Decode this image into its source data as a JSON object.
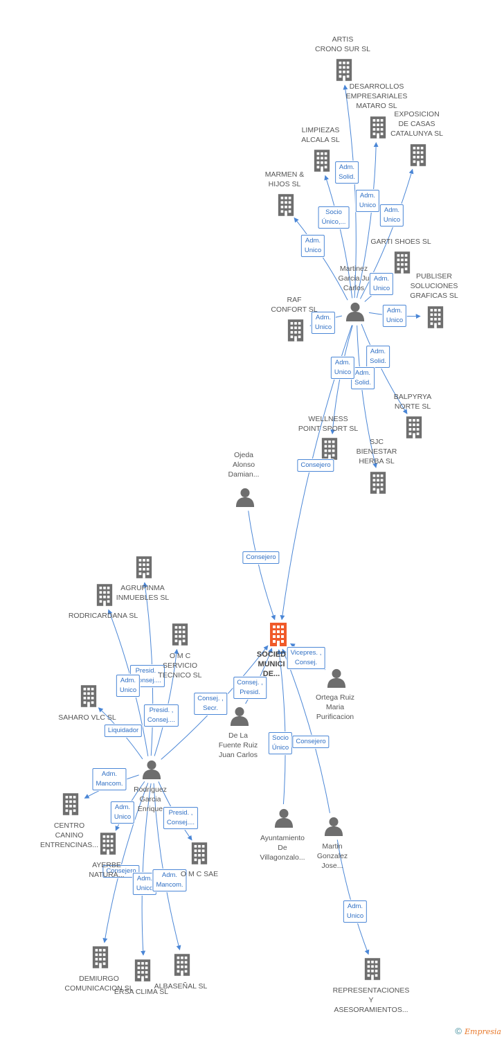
{
  "colors": {
    "edge": "#4a86d6",
    "building": "#6e6e6e",
    "building_main": "#f05a2a",
    "person": "#6e6e6e"
  },
  "nodes": [
    {
      "id": "center",
      "type": "company",
      "main": true,
      "label": "SOCIED\nMUNICI\nDE..."
    },
    {
      "id": "artis",
      "type": "company",
      "label": "ARTIS\nCRONO SUR SL"
    },
    {
      "id": "desarrollos",
      "type": "company",
      "label": "DESARROLLOS\nEMPRESARIALES\nMATARO SL"
    },
    {
      "id": "exposicion",
      "type": "company",
      "label": "EXPOSICION\nDE CASAS\nCATALUNYA  SL"
    },
    {
      "id": "limpiezas",
      "type": "company",
      "label": "LIMPIEZAS\nALCALA SL"
    },
    {
      "id": "marmen",
      "type": "company",
      "label": "MARMEN &\nHIJOS  SL"
    },
    {
      "id": "garti",
      "type": "company",
      "label": "GARTI SHOES SL"
    },
    {
      "id": "publiser",
      "type": "company",
      "label": "PUBLISER\nSOLUCIONES\nGRAFICAS SL"
    },
    {
      "id": "raf",
      "type": "company",
      "label": "RAF\nCONFORT SL"
    },
    {
      "id": "balpyrya",
      "type": "company",
      "label": "BALPYRYA\nNORTE SL"
    },
    {
      "id": "wellness",
      "type": "company",
      "label": "WELLNESS\nPOINT SPORT  SL"
    },
    {
      "id": "sjc",
      "type": "company",
      "label": "SJC\nBIENESTAR\nHERBA  SL"
    },
    {
      "id": "martinez",
      "type": "person",
      "label": "Martinez\nGarcia Ju\nCarlos"
    },
    {
      "id": "ojeda",
      "type": "person",
      "label": "Ojeda\nAlonso\nDamian..."
    },
    {
      "id": "agrupinma",
      "type": "company",
      "label": "AGRUPINMA\nINMUEBLES SL"
    },
    {
      "id": "rodricardana",
      "type": "company",
      "label": "RODRICARDANA SL"
    },
    {
      "id": "omc",
      "type": "company",
      "label": "O M C\nSERVICIO\nTECNICO SL"
    },
    {
      "id": "saharo",
      "type": "company",
      "label": "SAHARO VLC SL"
    },
    {
      "id": "ortega",
      "type": "person",
      "label": "Ortega Ruiz\nMaria\nPurificacion"
    },
    {
      "id": "delafuente",
      "type": "person",
      "label": "De La\nFuente Ruiz\nJuan Carlos"
    },
    {
      "id": "rodriguez",
      "type": "person",
      "label": "Rodriguez\nGarcia\nEnrique"
    },
    {
      "id": "centro",
      "type": "company",
      "label": "CENTRO\nCANINO\nENTRENCINAS..."
    },
    {
      "id": "ayerbe",
      "type": "company",
      "label": "AYERBE\nNATURA..."
    },
    {
      "id": "omcsae",
      "type": "company",
      "label": "O M C SAE"
    },
    {
      "id": "ayuntamiento",
      "type": "person",
      "label": "Ayuntamiento\nDe\nVillagonzalo..."
    },
    {
      "id": "martin",
      "type": "person",
      "label": "Martin\nGonzalez\nJose..."
    },
    {
      "id": "demiurgo",
      "type": "company",
      "label": "DEMIURGO\nCOMUNICACION SL"
    },
    {
      "id": "ersa",
      "type": "company",
      "label": "ERSA CLIMA  SL"
    },
    {
      "id": "albasenal",
      "type": "company",
      "label": "ALBASEÑAL SL"
    },
    {
      "id": "representaciones",
      "type": "company",
      "label": "REPRESENTACIONES\nY\nASESORAMIENTOS..."
    }
  ],
  "edges": [
    {
      "from": "martinez",
      "to": "artis",
      "label": "Adm.\nSolid."
    },
    {
      "from": "martinez",
      "to": "desarrollos",
      "label": "Adm.\nUnico"
    },
    {
      "from": "martinez",
      "to": "exposicion",
      "label": "Adm.\nUnico"
    },
    {
      "from": "martinez",
      "to": "limpiezas",
      "label": "Socio\nÚnico,..."
    },
    {
      "from": "martinez",
      "to": "marmen",
      "label": "Adm.\nUnico"
    },
    {
      "from": "martinez",
      "to": "garti",
      "label": "Adm.\nUnico"
    },
    {
      "from": "martinez",
      "to": "publiser",
      "label": "Adm.\nUnico"
    },
    {
      "from": "martinez",
      "to": "raf",
      "label": "Adm.\nUnico"
    },
    {
      "from": "martinez",
      "to": "balpyrya",
      "label": "Adm.\nSolid."
    },
    {
      "from": "martinez",
      "to": "sjc",
      "label": "Adm.\nSolid."
    },
    {
      "from": "martinez",
      "to": "wellness",
      "label": "Adm.\nUnico"
    },
    {
      "from": "martinez",
      "to": "center",
      "label": "Consejero"
    },
    {
      "from": "ojeda",
      "to": "center",
      "label": "Consejero"
    },
    {
      "from": "ortega",
      "to": "center",
      "label": "Vicepres. ,\nConsej."
    },
    {
      "from": "delafuente",
      "to": "center",
      "label": "Consej. ,\nPresid."
    },
    {
      "from": "rodriguez",
      "to": "center",
      "label": "Consej. ,\nSecr."
    },
    {
      "from": "ayuntamiento",
      "to": "center",
      "label": "Socio\nÚnico"
    },
    {
      "from": "martin",
      "to": "center",
      "label": "Consejero"
    },
    {
      "from": "rodriguez",
      "to": "agrupinma",
      "label": "Presid. ,\nConsej...."
    },
    {
      "from": "rodriguez",
      "to": "rodricardana",
      "label": "Adm.\nUnico"
    },
    {
      "from": "rodriguez",
      "to": "omc",
      "label": "Presid. ,\nConsej...."
    },
    {
      "from": "rodriguez",
      "to": "saharo",
      "label": "Liquidador"
    },
    {
      "from": "rodriguez",
      "to": "centro",
      "label": "Adm.\nMancom."
    },
    {
      "from": "rodriguez",
      "to": "demiurgo",
      "label": "Consejero"
    },
    {
      "from": "rodriguez",
      "to": "ersa",
      "label": "Adm.\nUnico"
    },
    {
      "from": "rodriguez",
      "to": "albasenal",
      "label": "Adm.\nMancom."
    },
    {
      "from": "rodriguez",
      "to": "omcsae",
      "label": "Presid. ,\nConsej...."
    },
    {
      "from": "rodriguez",
      "to": "ayerbe",
      "label": "Adm.\nUnico"
    },
    {
      "from": "martin",
      "to": "representaciones",
      "label": "Adm.\nUnico"
    }
  ],
  "footer": {
    "copyright": "©",
    "brand": "Empresia"
  }
}
